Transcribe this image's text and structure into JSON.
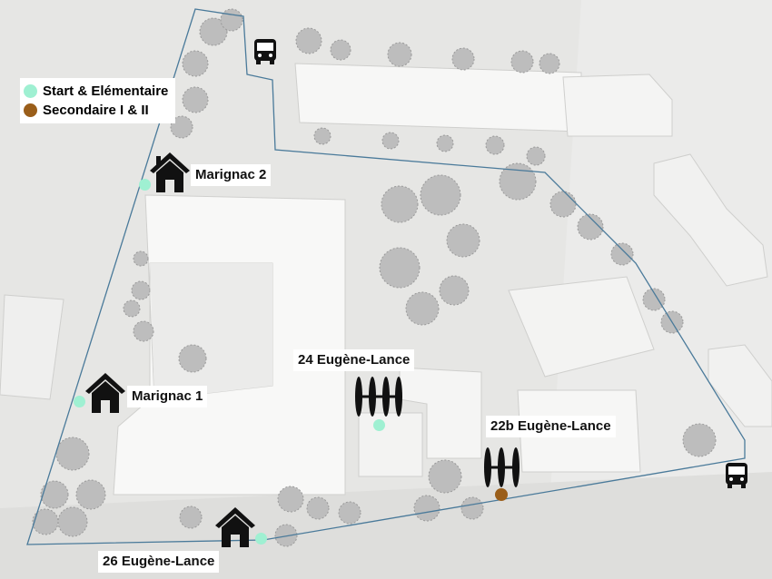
{
  "legend": {
    "items": [
      {
        "label": "Start & Elémentaire",
        "color": "#9ff0d2"
      },
      {
        "label": "Secondaire I & II",
        "color": "#9a5e1a"
      }
    ]
  },
  "places": {
    "marignac2": "Marignac 2",
    "marignac1": "Marignac 1",
    "eugene24": "24 Eugène-Lance",
    "eugene22b": "22b Eugène-Lance",
    "eugene26": "26 Eugène-Lance"
  },
  "colors": {
    "boundary": "#4a7a9a",
    "start": "#9ff0d2",
    "secondaire": "#9a5e1a"
  },
  "icons": [
    "house-icon",
    "bus-icon",
    "school-gate-icon"
  ]
}
